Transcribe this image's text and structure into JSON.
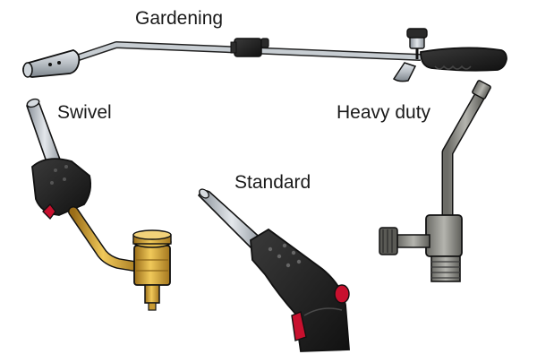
{
  "labels": {
    "gardening": "Gardening",
    "swivel": "Swivel",
    "heavy_duty": "Heavy duty",
    "standard": "Standard"
  },
  "colors": {
    "steel": "#b8bec4",
    "rubber_black": "#1e1e1e",
    "red_accent": "#c8102e",
    "brass": "#d9a93a",
    "dark_metal": "#8a8a84",
    "outline": "#111111"
  }
}
